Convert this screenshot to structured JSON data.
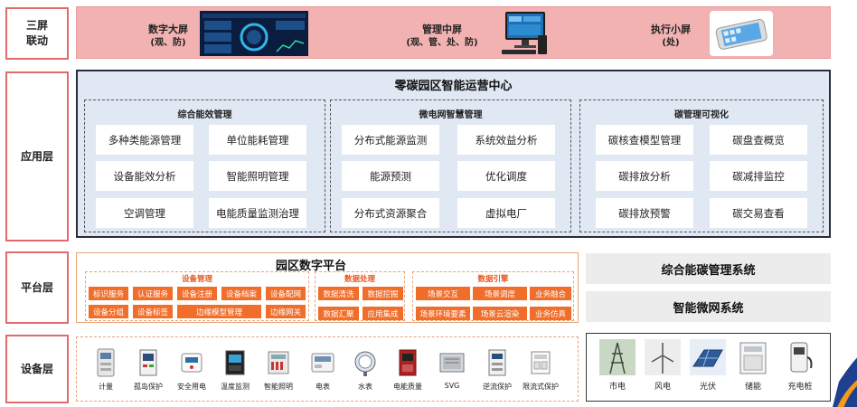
{
  "layers": {
    "screens": "三屏\n联动",
    "application": "应用层",
    "platform": "平台层",
    "device": "设备层"
  },
  "screens": [
    {
      "title": "数字大屏",
      "sub": "(观、防)"
    },
    {
      "title": "管理中屏",
      "sub": "(观、管、处、防)"
    },
    {
      "title": "执行小屏",
      "sub": "(处)"
    }
  ],
  "app": {
    "title": "零碳园区智能运营中心",
    "groups": [
      {
        "title": "综合能效管理",
        "items": [
          "多种类能源管理",
          "单位能耗管理",
          "设备能效分析",
          "智能照明管理",
          "空调管理",
          "电能质量监测治理"
        ]
      },
      {
        "title": "微电网智慧管理",
        "items": [
          "分布式能源监测",
          "系统效益分析",
          "能源预测",
          "优化调度",
          "分布式资源聚合",
          "虚拟电厂"
        ]
      },
      {
        "title": "碳管理可视化",
        "items": [
          "碳核查模型管理",
          "碳盘查概览",
          "碳排放分析",
          "碳减排监控",
          "碳排放预警",
          "碳交易查看"
        ]
      }
    ]
  },
  "platform": {
    "title": "园区数字平台",
    "device_mgmt": {
      "title": "设备管理",
      "row1": [
        "标识服务",
        "认证服务",
        "设备注册",
        "设备档案",
        "设备配网"
      ],
      "row2": [
        "设备分组",
        "设备标签",
        "边缘模型管理",
        "边缘网关"
      ]
    },
    "data_processing": {
      "title": "数据处理",
      "row1": [
        "数据清洗",
        "数据挖掘"
      ],
      "row2": [
        "数据汇聚",
        "应用集成"
      ]
    },
    "data_engine": {
      "title": "数据引擎",
      "row1": [
        "场景交互",
        "场景调度",
        "业务融合"
      ],
      "row2": [
        "场景环境要素",
        "场景云渲染",
        "业务仿真"
      ]
    }
  },
  "systems": [
    "综合能碳管理系统",
    "智能微网系统"
  ],
  "devices": [
    "计量",
    "孤岛保护",
    "安全用电",
    "温度监测",
    "智能照明",
    "电表",
    "水表",
    "电能质量",
    "SVG",
    "逆流保护",
    "限流式保护"
  ],
  "energy": [
    "市电",
    "风电",
    "光伏",
    "储能",
    "充电桩"
  ],
  "colors": {
    "layer_border": "#e36a6a",
    "screen_band": "#f3b2b2",
    "app_bg": "#dfe8f3",
    "platform_orange": "#f06d2a",
    "system_gray": "#ececec"
  }
}
